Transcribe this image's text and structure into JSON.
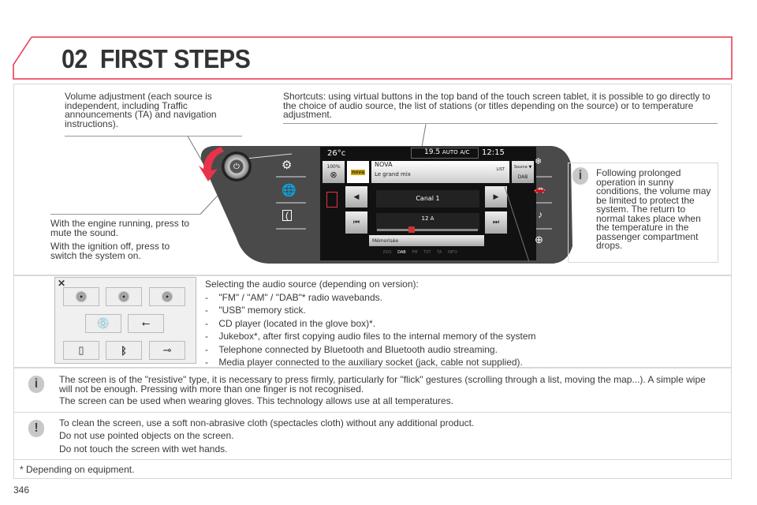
{
  "header": {
    "chapter": "02",
    "title": "FIRST STEPS"
  },
  "callouts": {
    "volume": "Volume adjustment (each source is independent, including Traffic announcements (TA) and navigation instructions).",
    "shortcuts": "Shortcuts: using virtual buttons in the top band of the touch screen tablet, it is possible to go directly to the choice of audio source, the list of stations (or titles depending on the source) or to temperature adjustment.",
    "engine_running": "With the engine running, press to mute the sound.",
    "ignition_off": "With the ignition off, press to switch the system on.",
    "sunny": "Following prolonged operation in sunny conditions, the volume may be limited to protect the system. The return to normal takes place when the temperature in the passenger compartment drops."
  },
  "screen": {
    "outside_temp": "26°c",
    "climate_temp": "19.5",
    "climate_mode": "AUTO",
    "ac": "A/C",
    "clock": "12:15",
    "volume_pct": "100%",
    "logo": "nova",
    "station": "NOVA",
    "programme": "Le grand mix",
    "list": "LIST",
    "source_label": "Source ▼",
    "source_value": "DAB",
    "channel": "Canal 1",
    "frequency": "12 A",
    "memorised": "Mémorisée",
    "bottom_tabs": [
      "RDS",
      "DAB",
      "FM",
      "TXT",
      "TA",
      "INFO"
    ]
  },
  "sources": {
    "intro": "Selecting the audio source (depending on version):",
    "items": [
      "\"FM\" / \"AM\" / \"DAB\"* radio wavebands.",
      "\"USB\" memory stick.",
      "CD player (located in the glove box)*.",
      "Jukebox*, after first copying audio files to the internal memory of the system",
      "Telephone connected by Bluetooth and Bluetooth audio streaming.",
      "Media player connected to the auxiliary socket (jack, cable not supplied)."
    ]
  },
  "notes": {
    "resistive": [
      "The screen is of the \"resistive\" type, it is necessary to press firmly, particularly for \"flick\" gestures (scrolling through a list, moving the map...). A simple wipe will not be enough. Pressing with more than one finger is not recognised.",
      "The screen can be used when wearing gloves. This technology allows use at all temperatures."
    ],
    "cleaning": [
      "To clean the screen, use a soft non-abrasive cloth (spectacles cloth) without any additional product.",
      "Do not use pointed objects on the screen.",
      "Do not touch the screen with wet hands."
    ],
    "footnote": "* Depending on equipment."
  },
  "page_number": "346",
  "colors": {
    "accent": "#e8334a",
    "panel": "#4a4a4a"
  }
}
